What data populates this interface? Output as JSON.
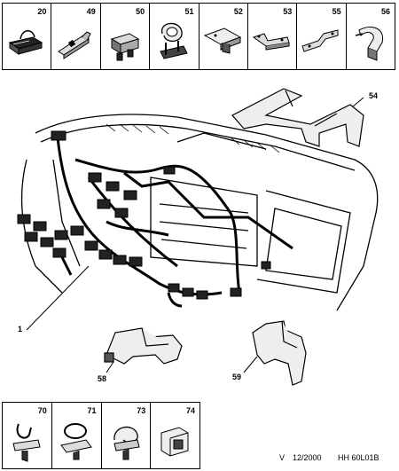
{
  "top_parts": [
    {
      "number": "20",
      "icon": "connector-block-icon"
    },
    {
      "number": "49",
      "icon": "terminal-clip-icon"
    },
    {
      "number": "50",
      "icon": "plug-connector-icon"
    },
    {
      "number": "51",
      "icon": "cable-clamp-icon"
    },
    {
      "number": "52",
      "icon": "bracket-plate-icon"
    },
    {
      "number": "53",
      "icon": "support-bracket-icon"
    },
    {
      "number": "55",
      "icon": "mounting-bracket-icon"
    },
    {
      "number": "56",
      "icon": "retaining-clip-icon"
    }
  ],
  "bottom_parts": [
    {
      "number": "70",
      "icon": "push-clip-icon"
    },
    {
      "number": "71",
      "icon": "strap-tie-icon"
    },
    {
      "number": "73",
      "icon": "anchor-clip-icon"
    },
    {
      "number": "74",
      "icon": "edge-clip-icon"
    }
  ],
  "callouts": {
    "c54": "54",
    "c1": "1",
    "c58": "58",
    "c59": "59"
  },
  "footer": {
    "version": "V",
    "date": "12/2000",
    "ref": "HH 60L01B"
  }
}
